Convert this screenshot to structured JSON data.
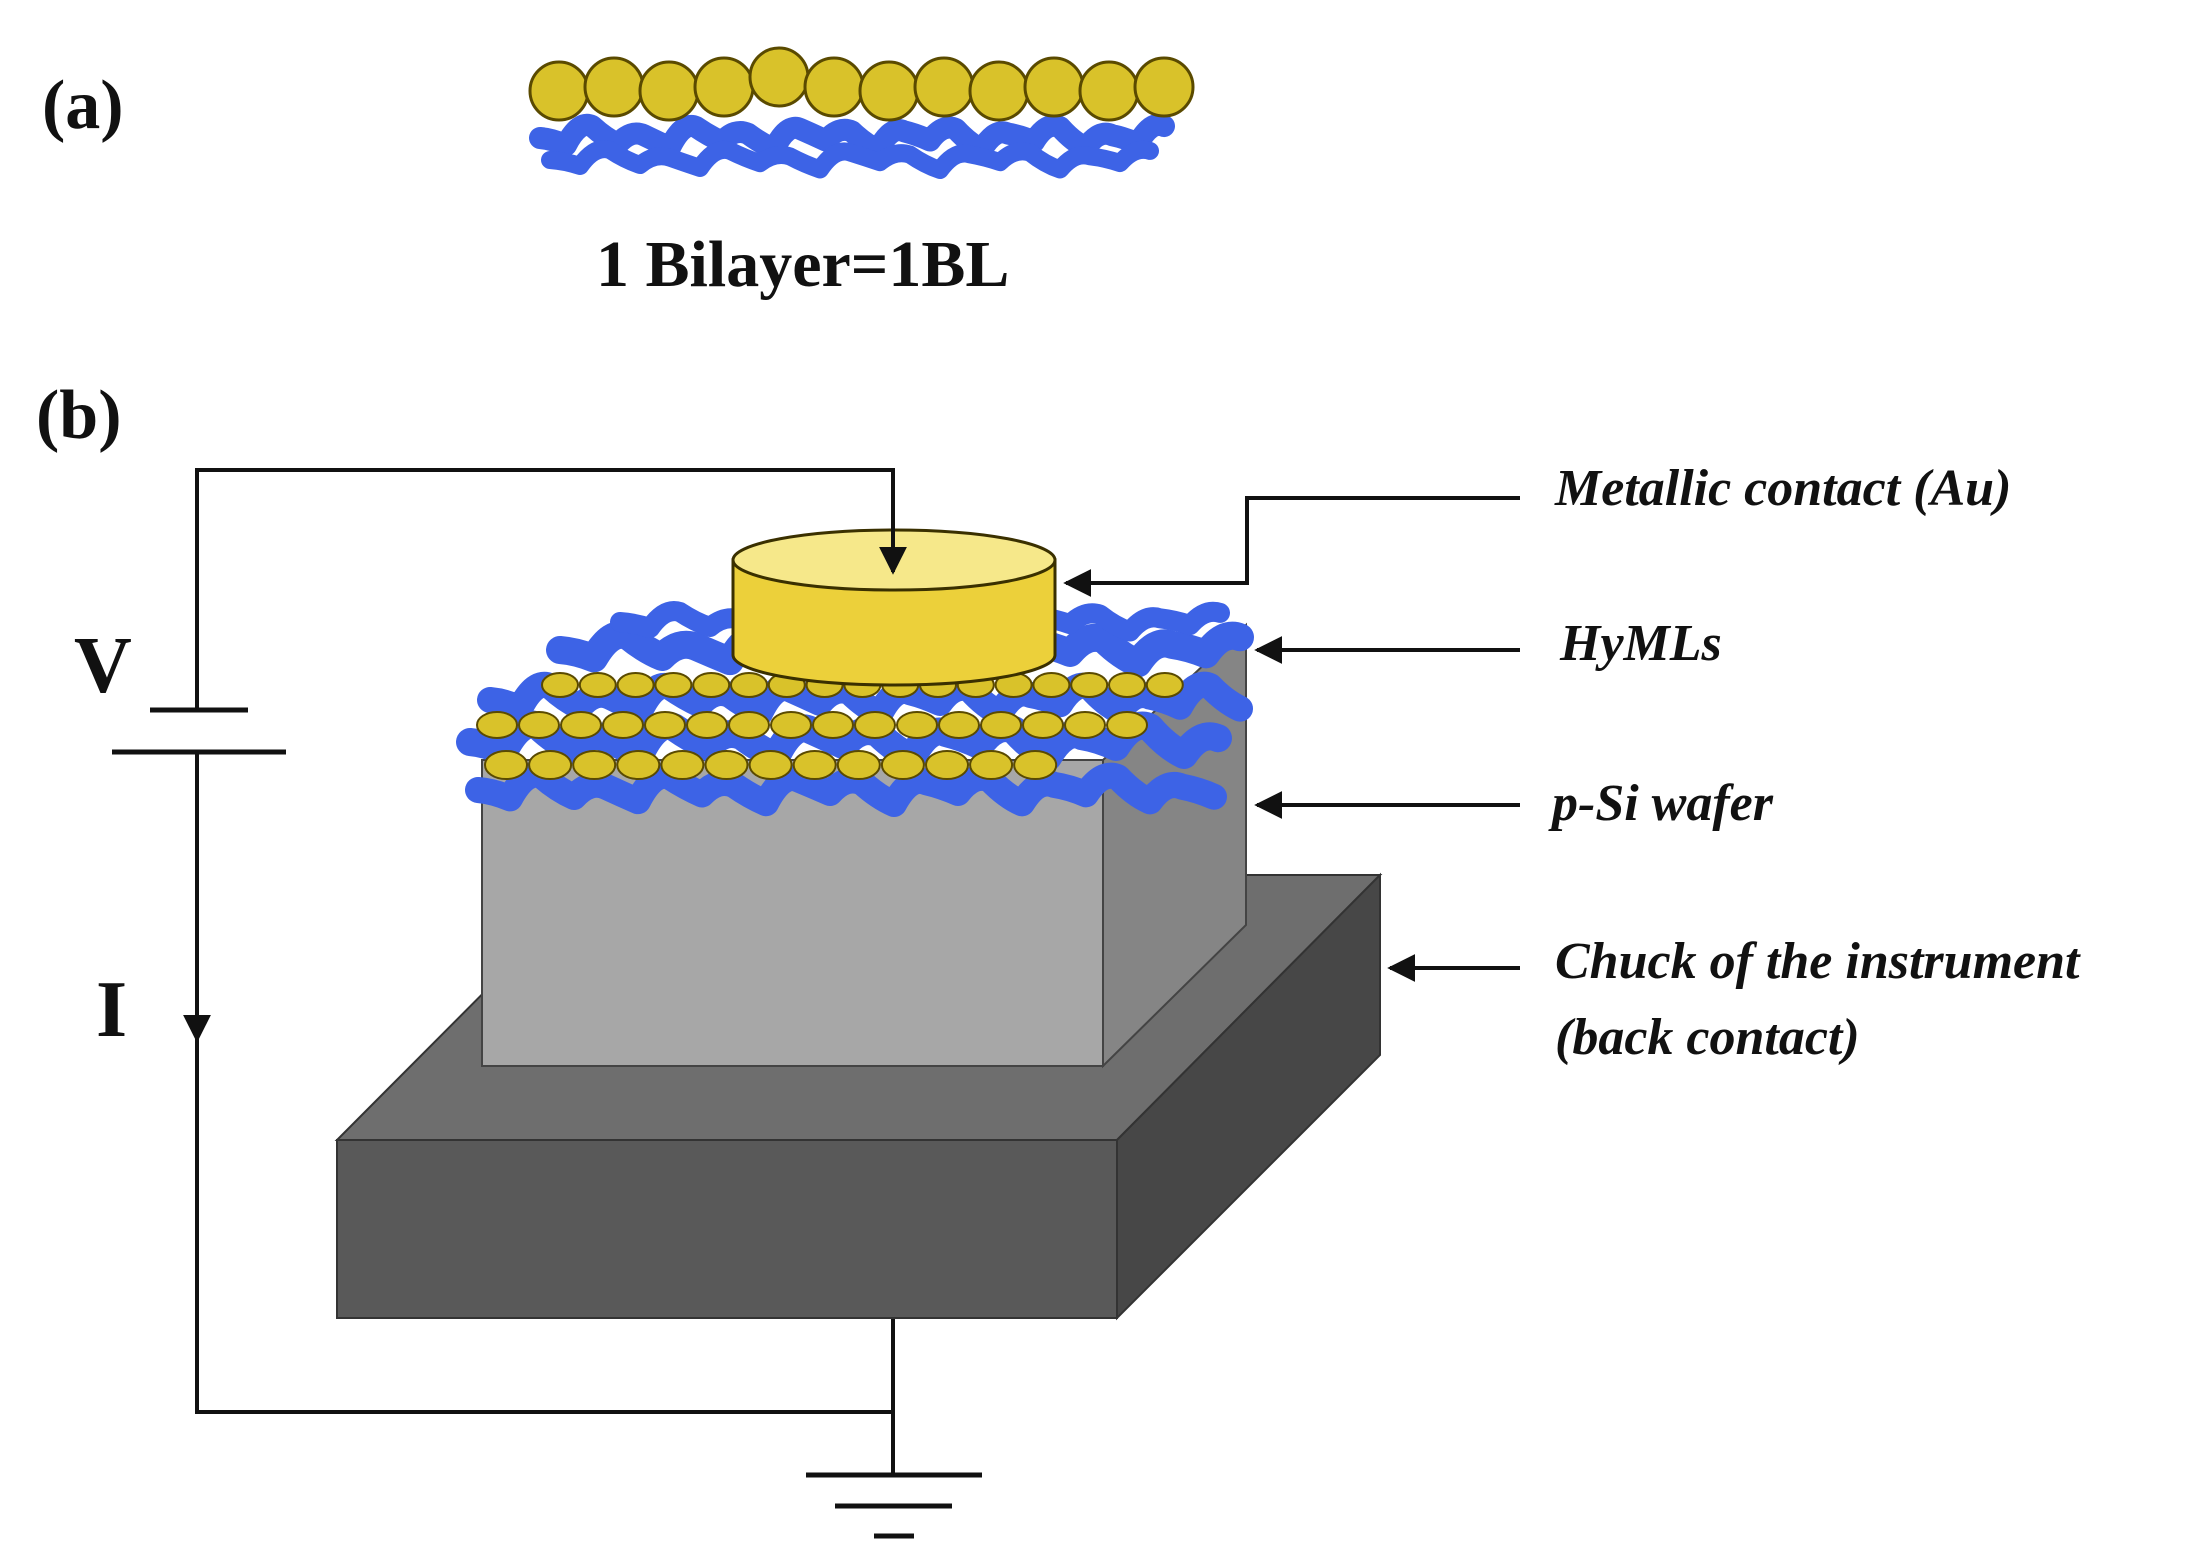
{
  "panel_a": {
    "label": "(a)",
    "caption": "1 Bilayer=1BL"
  },
  "panel_b": {
    "label": "(b)",
    "voltage_symbol": "V",
    "current_symbol": "I",
    "callouts": {
      "metallic_contact": "Metallic contact (Au)",
      "hymls": "HyMLs",
      "wafer": "p-Si wafer",
      "chuck_line1": "Chuck of the instrument",
      "chuck_line2": "(back contact)"
    }
  },
  "colors": {
    "gold_particle": "#d9c22a",
    "gold_particle_edge": "#5a4a00",
    "polymer_blue": "#3d63e6",
    "au_contact_side": "#ecd03a",
    "au_contact_top": "#f6e88a",
    "wafer_front": "#a7a7a7",
    "wafer_side": "#858585",
    "chuck_front": "#595959",
    "chuck_side": "#474747",
    "chuck_top": "#6e6e6e",
    "wire": "#111111"
  }
}
